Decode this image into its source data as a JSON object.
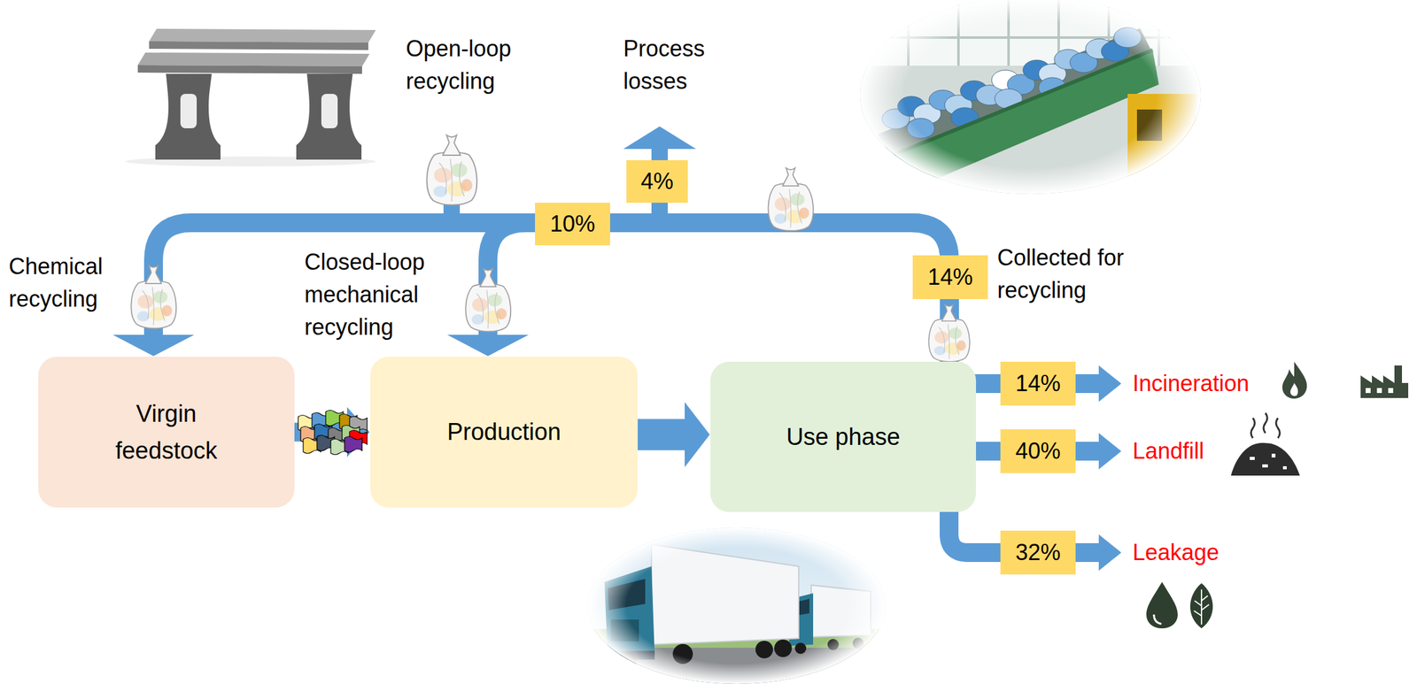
{
  "diagram": {
    "nodes": [
      {
        "text": [
          "Virgin feedstock"
        ]
      },
      {
        "text": [
          "Production"
        ]
      },
      {
        "text": [
          "Use phase"
        ]
      }
    ],
    "edges": [
      {
        "from": 0,
        "to": 1,
        "arrow": "to"
      },
      {
        "from": 1,
        "to": 2,
        "arrow": "to"
      },
      {
        "from": 2,
        "to": 1,
        "arrow": "to"
      },
      {
        "from": 2,
        "to": 0,
        "arrow": "to"
      }
    ],
    "labels": [
      "Open-loop recycling",
      "Process losses",
      "10%",
      "4%",
      "Chemical recycling",
      "Closed-loop mechanical recycling",
      "14%",
      "Collected for recycling",
      "14%",
      "Incineration",
      "40%",
      "Landfill",
      "32%",
      "Leakage"
    ]
  }
}
